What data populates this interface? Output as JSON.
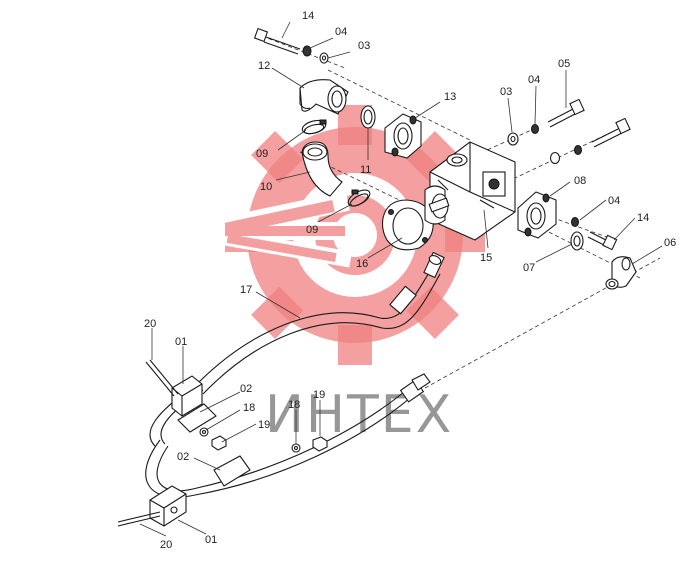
{
  "watermark": {
    "text": "ИНТЕХ",
    "gear_color": "#f08080",
    "text_color": "#8c8c8c"
  },
  "callouts": [
    {
      "id": "c14a",
      "text": "14"
    },
    {
      "id": "c04a",
      "text": "04"
    },
    {
      "id": "c03a",
      "text": "03"
    },
    {
      "id": "c12",
      "text": "12"
    },
    {
      "id": "c13",
      "text": "13"
    },
    {
      "id": "c03b",
      "text": "03"
    },
    {
      "id": "c04b",
      "text": "04"
    },
    {
      "id": "c05",
      "text": "05"
    },
    {
      "id": "c09a",
      "text": "09"
    },
    {
      "id": "c11",
      "text": "11"
    },
    {
      "id": "c10",
      "text": "10"
    },
    {
      "id": "c09b",
      "text": "09"
    },
    {
      "id": "c08",
      "text": "08"
    },
    {
      "id": "c04c",
      "text": "04"
    },
    {
      "id": "c14b",
      "text": "14"
    },
    {
      "id": "c06",
      "text": "06"
    },
    {
      "id": "c07",
      "text": "07"
    },
    {
      "id": "c15",
      "text": "15"
    },
    {
      "id": "c16",
      "text": "16"
    },
    {
      "id": "c17",
      "text": "17"
    },
    {
      "id": "c20a",
      "text": "20"
    },
    {
      "id": "c01a",
      "text": "01"
    },
    {
      "id": "c02a",
      "text": "02"
    },
    {
      "id": "c18a",
      "text": "18"
    },
    {
      "id": "c19a",
      "text": "19"
    },
    {
      "id": "c18b",
      "text": "18"
    },
    {
      "id": "c19b",
      "text": "19"
    },
    {
      "id": "c02b",
      "text": "02"
    },
    {
      "id": "c20b",
      "text": "20"
    },
    {
      "id": "c01b",
      "text": "01"
    }
  ]
}
